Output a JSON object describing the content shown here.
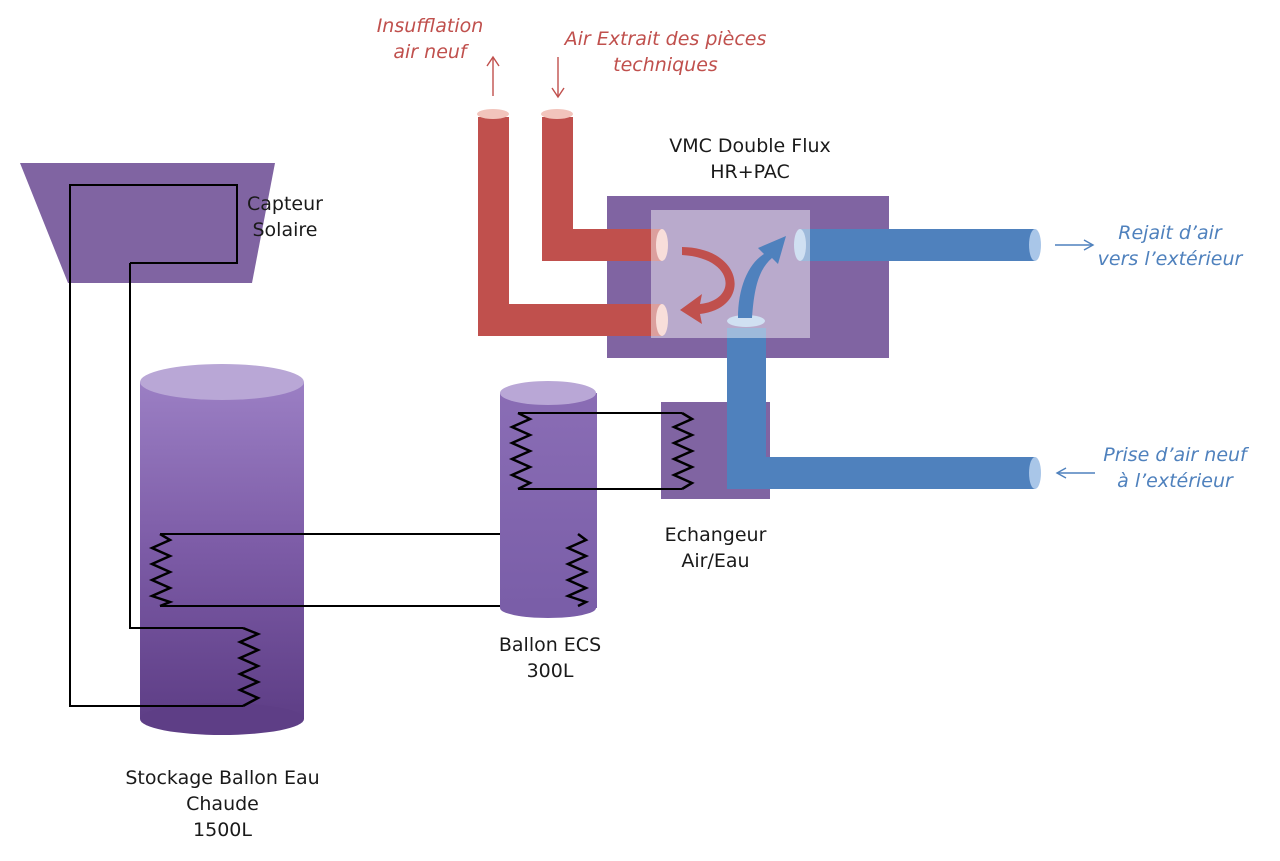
{
  "labels": {
    "insufflation": [
      "Insufflation",
      "air neuf"
    ],
    "air_extrait": [
      "Air Extrait des pièces",
      "techniques"
    ],
    "vmc": [
      "VMC Double Flux",
      "HR+PAC"
    ],
    "capteur": [
      "Capteur",
      "Solaire"
    ],
    "rejet": [
      "Rejait d’air",
      "vers l’extérieur"
    ],
    "prise": [
      "Prise d’air neuf",
      "à l’extérieur"
    ],
    "echangeur": [
      "Echangeur",
      "Air/Eau"
    ],
    "ballon_ecs": [
      "Ballon ECS",
      "300L"
    ],
    "stockage": [
      "Stockage Ballon Eau",
      "Chaude",
      "1500L"
    ]
  },
  "colors": {
    "purple": "#8064a2",
    "purple_tank_top": "#b9a7d6",
    "red_duct": "#c0504d",
    "red_duct_end": "#f2c4bc",
    "blue_duct": "#4f81bd",
    "blue_duct_end": "#a9c6e8",
    "red_text": "#c0504d",
    "blue_text": "#4f81bd",
    "pipe": "#000000"
  },
  "icons": {
    "insufflation_arrow": "arrow-up-icon",
    "extraction_arrow": "arrow-down-icon",
    "rejet_arrow": "arrow-right-icon",
    "prise_arrow": "arrow-left-icon",
    "recirculation": "curved-arrow-icon",
    "transfer": "curved-arrow-icon"
  }
}
